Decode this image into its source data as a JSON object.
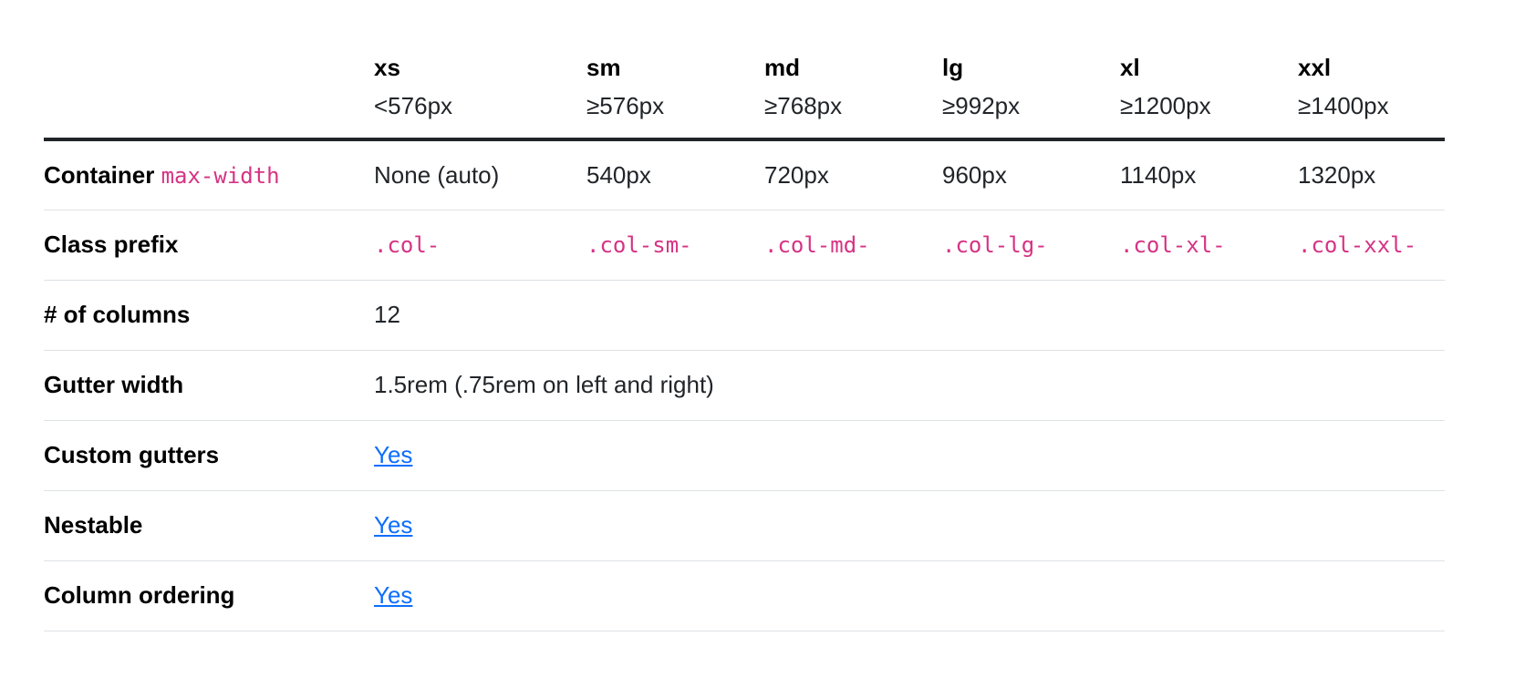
{
  "breakpoints": [
    {
      "name": "xs",
      "size": "<576px"
    },
    {
      "name": "sm",
      "size": "≥576px"
    },
    {
      "name": "md",
      "size": "≥768px"
    },
    {
      "name": "lg",
      "size": "≥992px"
    },
    {
      "name": "xl",
      "size": "≥1200px"
    },
    {
      "name": "xxl",
      "size": "≥1400px"
    }
  ],
  "rows": {
    "container": {
      "label": "Container",
      "code": "max-width",
      "values": [
        "None (auto)",
        "540px",
        "720px",
        "960px",
        "1140px",
        "1320px"
      ]
    },
    "class_prefix": {
      "label": "Class prefix",
      "values": [
        ".col-",
        ".col-sm-",
        ".col-md-",
        ".col-lg-",
        ".col-xl-",
        ".col-xxl-"
      ]
    },
    "columns": {
      "label": "# of columns",
      "value": "12"
    },
    "gutter_width": {
      "label": "Gutter width",
      "value": "1.5rem (.75rem on left and right)"
    },
    "custom_gutters": {
      "label": "Custom gutters",
      "value": "Yes"
    },
    "nestable": {
      "label": "Nestable",
      "value": "Yes"
    },
    "column_ordering": {
      "label": "Column ordering",
      "value": "Yes"
    }
  },
  "colors": {
    "code": "#d63384",
    "link": "#0d6efd",
    "header_rule": "#212529",
    "row_rule": "#dee2e6"
  }
}
